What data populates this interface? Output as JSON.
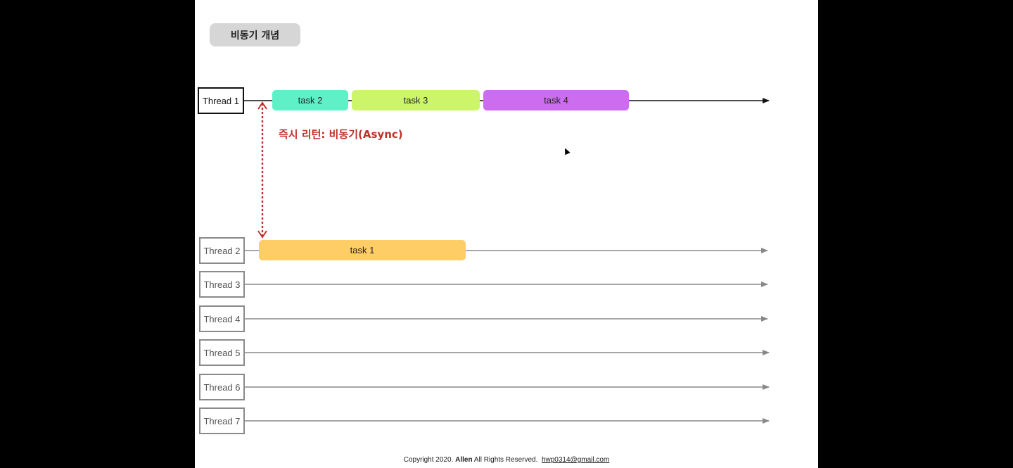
{
  "slide": {
    "title": "비동기 개념",
    "async_label": "즉시 리턴: 비동기(Async)"
  },
  "threads": [
    {
      "label": "Thread 1"
    },
    {
      "label": "Thread 2"
    },
    {
      "label": "Thread 3"
    },
    {
      "label": "Thread 4"
    },
    {
      "label": "Thread 5"
    },
    {
      "label": "Thread 6"
    },
    {
      "label": "Thread 7"
    }
  ],
  "tasks": [
    {
      "label": "task 2",
      "thread": "Thread 1",
      "color": "#5ff0c8"
    },
    {
      "label": "task 3",
      "thread": "Thread 1",
      "color": "#ccf56a"
    },
    {
      "label": "task 4",
      "thread": "Thread 1",
      "color": "#cc6df0"
    },
    {
      "label": "task 1",
      "thread": "Thread 2",
      "color": "#ffcd66"
    }
  ],
  "footer": {
    "copyright": "Copyright 2020.",
    "author": "Allen",
    "rights": "All Rights Reserved.",
    "email": "hwp0314@gmail.com"
  },
  "colors": {
    "arrow_primary": "#111111",
    "arrow_secondary": "#888888",
    "async_arrow": "#c0302a"
  }
}
